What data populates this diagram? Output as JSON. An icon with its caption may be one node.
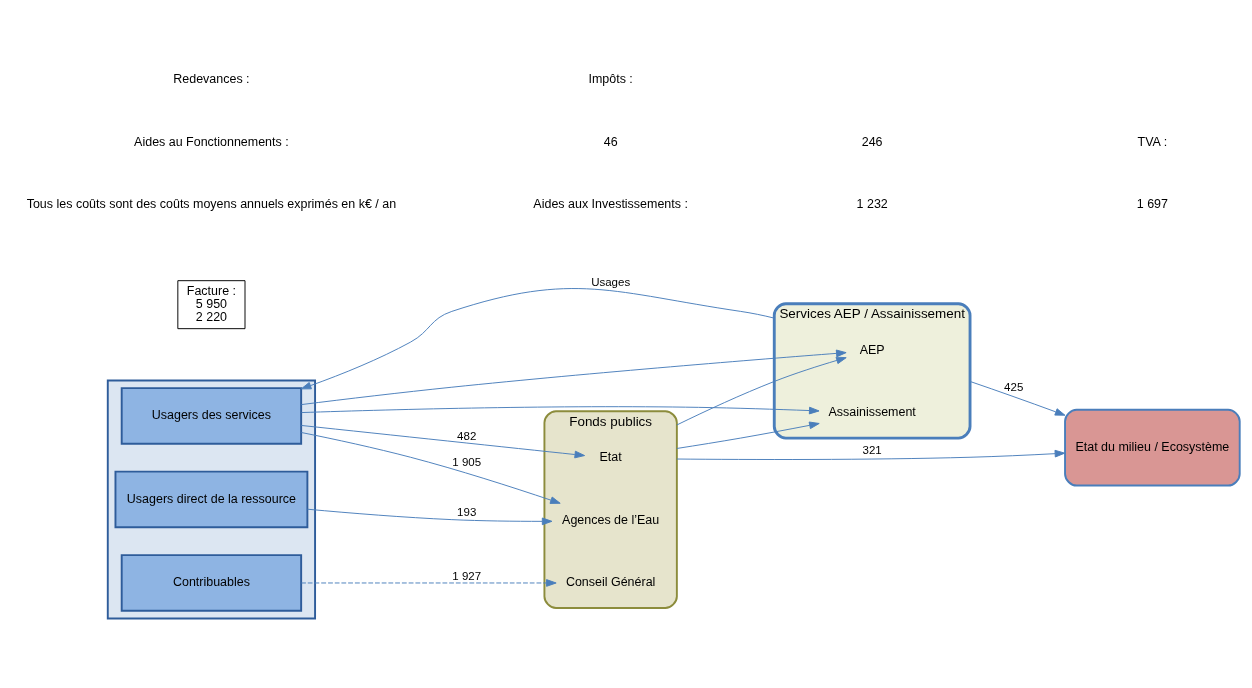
{
  "diagram": {
    "nodes": [
      {
        "text": [],
        "shape": "box"
      },
      {
        "text": [
          "Usagers des services"
        ],
        "in": 0
      },
      {
        "text": [
          "Usagers direct de la ressource"
        ],
        "in": 0
      },
      {
        "text": [
          "Contribuables"
        ],
        "in": 0
      },
      {
        "text": [
          "Services AEP / Assainissement"
        ]
      },
      {
        "text": [
          "AEP"
        ],
        "in": 4
      },
      {
        "text": [
          "Assainissement"
        ],
        "in": 4
      },
      {
        "text": [
          "Facture :",
          "5 950",
          "2 220"
        ]
      },
      {
        "text": [
          "Fonds publics"
        ]
      },
      {
        "text": [
          "Etat"
        ],
        "in": 8
      },
      {
        "text": [
          "Agences de l’Eau"
        ],
        "in": 8
      },
      {
        "text": [
          "Conseil Général"
        ],
        "in": 8
      },
      {
        "text": [
          "Etat du milieu / Ecosystème"
        ]
      }
    ],
    "edges": [
      {
        "from": 4,
        "to": 1,
        "arrow": "to",
        "label": "Usages"
      },
      {
        "from": 1,
        "to": 5,
        "arrow": "to"
      },
      {
        "from": 1,
        "to": 6,
        "arrow": "to"
      },
      {
        "from": 8,
        "to": 5,
        "arrow": "to"
      },
      {
        "from": 8,
        "to": 6,
        "arrow": "to"
      },
      {
        "from": 1,
        "to": 9,
        "arrow": "to",
        "label": "482"
      },
      {
        "from": 1,
        "to": 10,
        "arrow": "to",
        "label": "1 905"
      },
      {
        "from": 2,
        "to": 10,
        "arrow": "to",
        "label": "193"
      },
      {
        "from": 3,
        "to": 11,
        "arrow": "to",
        "label": "1 927",
        "style": "dashed"
      },
      {
        "from": 4,
        "to": 12,
        "arrow": "to",
        "label": "425"
      },
      {
        "from": 8,
        "to": 12,
        "arrow": "to",
        "label": "321"
      }
    ],
    "labels": [
      "Tous les coûts sont des coûts moyens annuels exprimés en k€ / an",
      "Aides aux Investissements :",
      "1 232",
      "1 697",
      "Aides au Fonctionnements :",
      "46",
      "246",
      "TVA :",
      "Redevances :",
      "Impôts :"
    ]
  }
}
